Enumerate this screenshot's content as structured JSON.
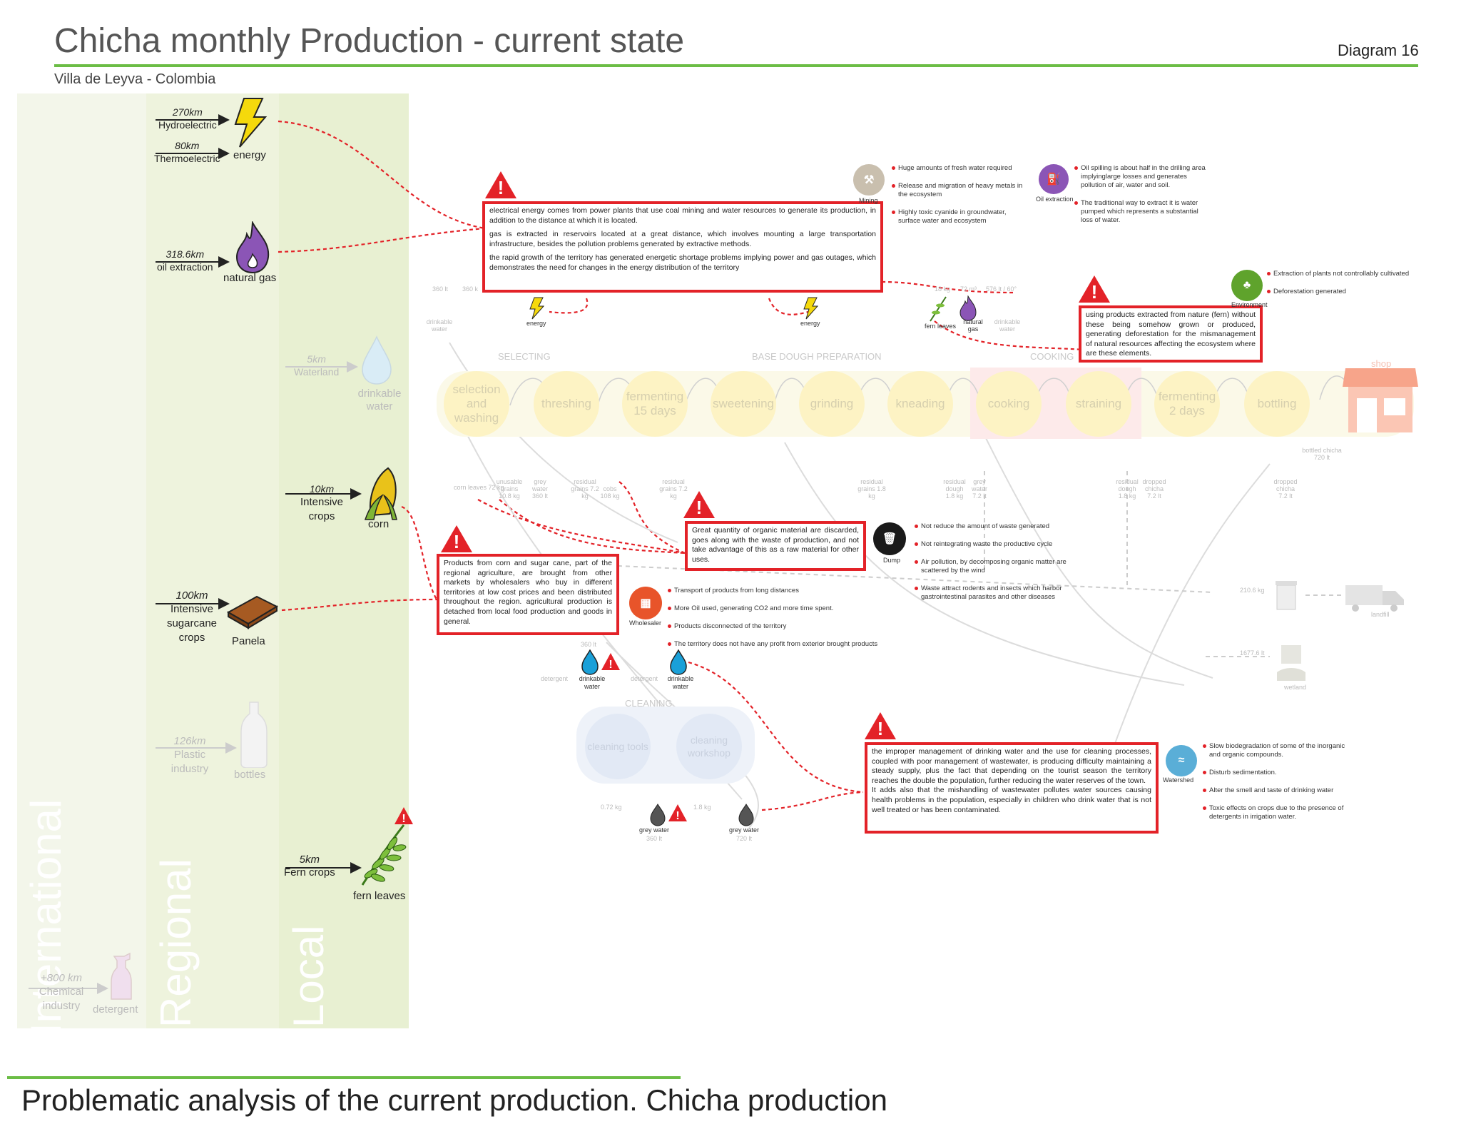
{
  "header": {
    "title": "Chicha monthly Production - current state",
    "diagram_number": "Diagram 16",
    "subtitle": "Villa de Leyva - Colombia"
  },
  "footer": {
    "caption": "Problematic analysis of the current production. Chicha production"
  },
  "bands": {
    "international": "International",
    "regional": "Regional",
    "local": "Local"
  },
  "sources": {
    "hydro": {
      "distance": "270km",
      "label": "Hydroelectric"
    },
    "thermo": {
      "distance": "80km",
      "label": "Thermoelectric"
    },
    "energy_label": "energy",
    "oil": {
      "distance": "318.6km",
      "label": "oil extraction"
    },
    "gas_label": "natural gas",
    "waterland": {
      "distance": "5km",
      "label": "Waterland"
    },
    "water_label": "drinkable water",
    "corn_src": {
      "distance": "10km",
      "label": "Intensive crops"
    },
    "corn_label": "corn",
    "sugar_src": {
      "distance": "100km",
      "label": "Intensive sugarcane crops"
    },
    "panela_label": "Panela",
    "plastic": {
      "distance": "126km",
      "label": "Plastic industry"
    },
    "bottles_label": "bottles",
    "fern_src": {
      "distance": "5km",
      "label": "Fern crops"
    },
    "fern_label": "fern leaves",
    "chemical": {
      "distance": "+800 km",
      "label": "Chemical industry"
    },
    "detergent_label": "detergent"
  },
  "warnings": {
    "energy": [
      "electrical energy comes from power plants that use coal mining and water resources to generate its production, in addition to the distance at which it is located.",
      "gas is extracted in reservoirs located at a great distance, which involves mounting a large transportation infrastructure, besides the pollution problems generated by extractive methods.",
      "the rapid growth of the territory has generated energetic shortage problems implying power and gas outages, which demonstrates the need for changes in the energy distribution of the territory"
    ],
    "fern": "using products extracted from nature (fern) without these being somehow grown or produced, generating deforestation for the mismanagement of natural resources affecting the ecosystem where are these elements.",
    "organic": "Great quantity of organic material are discarded, goes along with the waste of production, and not take advantage of this as a raw material for other uses.",
    "corn": "Products from corn and sugar cane, part of the regional agriculture, are brought from other markets by wholesalers who buy in different territories at low cost prices and been distributed throughout the region. agricultural production is detached from local food production and goods in general.",
    "water": [
      "the improper management of drinking water and the use for cleaning processes, coupled with poor management of wastewater, is producing difficulty maintaining a steady supply, plus the fact that depending on the tourist season the territory reaches the double the population, further reducing the water reserves of the town.",
      "It adds also that the mishandling of wastewater pollutes water sources causing health problems in the population, especially in children who drink water that is not well treated or has been contaminated."
    ]
  },
  "impacts": {
    "mining": {
      "label": "Mining",
      "bullets": [
        "Huge amounts of fresh water required",
        "Release and migration of heavy metals in the ecosystem",
        "Highly toxic cyanide in groundwater, surface water and ecosystem"
      ]
    },
    "oil": {
      "label": "Oil extraction",
      "bullets": [
        "Oil spilling is about half in the drilling area implyinglarge losses and generates pollution of air, water and soil.",
        "The traditional way to extract it is water pumped which represents a substantial loss of water."
      ]
    },
    "environment": {
      "label": "Environment",
      "bullets": [
        "Extraction of plants not controllably cultivated",
        "Deforestation generated"
      ]
    },
    "dump": {
      "label": "Dump",
      "bullets": [
        "Not reduce the amount of waste generated",
        "Not reintegrating waste the productive cycle",
        "Air pollution, by decomposing organic matter are scattered by the wind",
        "Waste attract rodents and insects which harbor gastrointestinal parasites and other diseases"
      ]
    },
    "wholesaler": {
      "label": "Wholesaler",
      "bullets": [
        "Transport of products from long distances",
        "More Oil used, generating CO2 and more time spent.",
        "Products    disconnected of the territory",
        "The territory does not have any profit from exterior brought products"
      ]
    },
    "watershed": {
      "label": "Watershed",
      "bullets": [
        "Slow biodegradation of some of the inorganic  and organic compounds.",
        "Disturb sedimentation.",
        "Alter the smell and taste of drinking water",
        "Toxic effects on crops due to the presence of detergents in irrigation water."
      ]
    }
  },
  "process": {
    "sections": {
      "selecting": "SELECTING",
      "base_dough": "BASE DOUGH PREPARATION",
      "cooking": "COOKING",
      "shop": "shop",
      "cleaning": "CLEANING"
    },
    "stages": [
      "selection and washing",
      "threshing",
      "fermenting 15 days",
      "sweetening",
      "grinding",
      "kneading",
      "cooking",
      "straining",
      "fermenting 2 days",
      "bottling"
    ],
    "cleaning_stages": [
      "cleaning tools",
      "cleaning workshop"
    ],
    "inputs": {
      "energy1": "energy",
      "energy2": "energy",
      "fern_leaves": "fern leaves",
      "natural_gas": "natural gas",
      "water_a": "drinkable water",
      "water_b": "drinkable water",
      "q1": "360 lt",
      "q2": "360 k",
      "q3": "18 kg",
      "q4": "72 m³",
      "q5": "576 lt / 60°"
    },
    "cleaning_inputs": {
      "water1": "drinkable water",
      "water2": "drinkable water",
      "qty": "360 lt",
      "det": "detergent",
      "det2": "detergent"
    },
    "grey_water": {
      "g1": "grey water",
      "g1q": "360 lt",
      "g2": "grey water",
      "g2q": "720 lt",
      "w1": "0.72 kg",
      "w2": "1.8 kg"
    },
    "outputs": [
      "corn leaves 72 kg",
      "unusable grains 10.8 kg",
      "grey water 360 lt",
      "residual grains 7.2 kg",
      "cobs 108 kg",
      "residual grains 7.2 kg",
      "residual grains 1.8 kg",
      "residual dough 1.8 kg",
      "grey water 7.2 lt",
      "residual dough 1.8 kg",
      "dropped chicha 7.2 lt",
      "dropped chicha 7.2 lt"
    ],
    "end": {
      "bin": "210.6 kg",
      "landfill": "landfill",
      "wetland_q": "1677.6 lt",
      "wetland": "wetland",
      "bottled": "bottled chicha 720 lt"
    }
  },
  "colors": {
    "accent_green": "#6bbd45",
    "warning_red": "#e32228",
    "stage_yellow": "#fdf3c4"
  }
}
